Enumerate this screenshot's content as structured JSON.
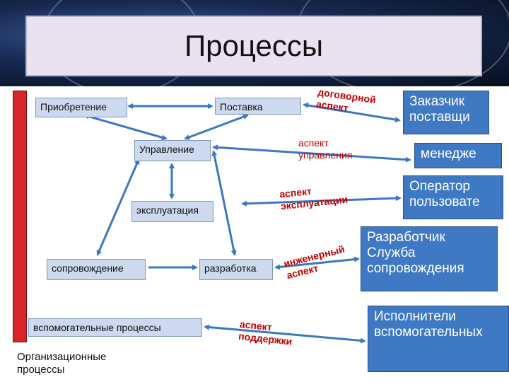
{
  "title": "Процессы",
  "nodes": {
    "acquisition": "Приобретение",
    "supply": "Поставка",
    "management": "Управление",
    "operation": "эксплуатация",
    "maintenance": "сопровождение",
    "development": "разработка",
    "support": "вспомогательные процессы"
  },
  "roles": {
    "customer": "Заказчик поставщи",
    "manager": "менедже",
    "operator": "Оператор пользовате",
    "developer": "Разработчик Служба сопровождения",
    "executors": "Исполнители вспомогательных"
  },
  "aspects": {
    "contract": "договорной аспект",
    "management": "аспект управления",
    "operation": "аспект эксплуатации",
    "engineering": "инженерный аспект",
    "support": "аспект поддержки"
  },
  "footer": "Организационные процессы",
  "colors": {
    "arrow": "#3a78c2",
    "accent": "#c00000",
    "role_fill": "#3f79c4",
    "node_fill": "#ccd9ee",
    "bar": "#d9262a"
  }
}
